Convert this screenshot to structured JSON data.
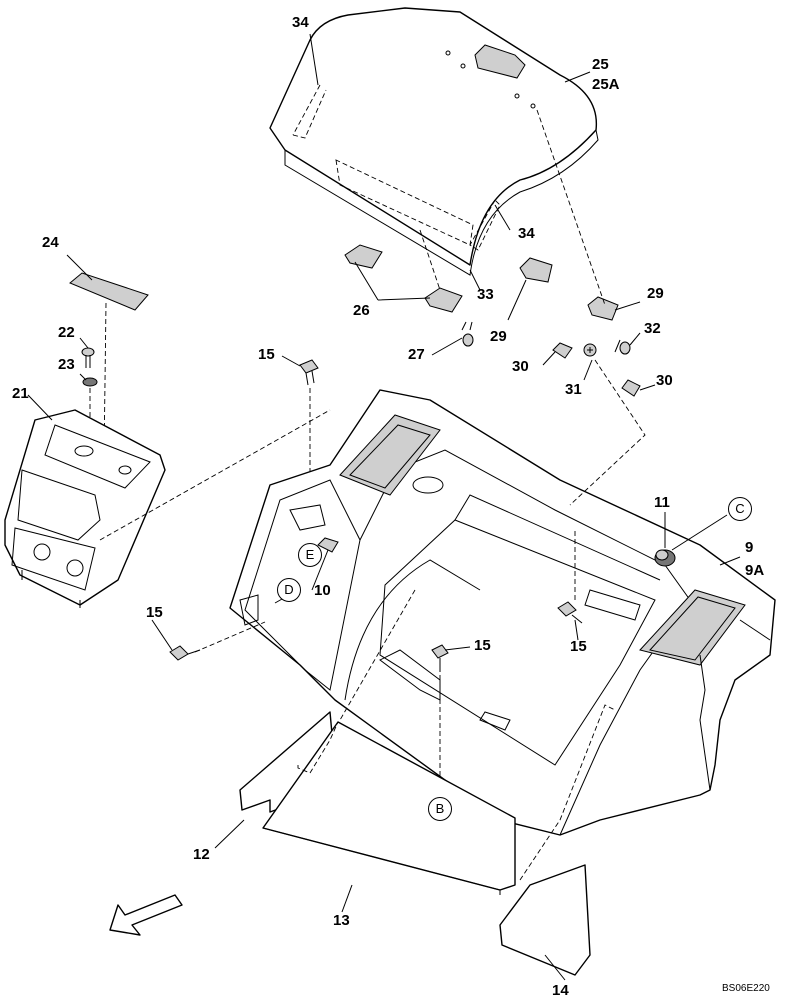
{
  "callouts": {
    "c34a": "34",
    "c25": "25",
    "c25a": "25A",
    "c34b": "34",
    "c24": "24",
    "c26": "26",
    "c33": "33",
    "c29a": "29",
    "c29b": "29",
    "c27": "27",
    "c32": "32",
    "c22": "22",
    "c23": "23",
    "c21": "21",
    "c15a": "15",
    "c30a": "30",
    "c30b": "30",
    "c31": "31",
    "c11": "11",
    "c9": "9",
    "c9a": "9A",
    "c10": "10",
    "c15b": "15",
    "c15c": "15",
    "c15d": "15",
    "c12": "12",
    "c13": "13",
    "c14": "14"
  },
  "references": {
    "c": "C",
    "e": "E",
    "d": "D",
    "b": "B"
  },
  "drawing_code": "BS06E220",
  "colors": {
    "line": "#000000",
    "background": "#ffffff",
    "shade": "#cfcfcf"
  }
}
